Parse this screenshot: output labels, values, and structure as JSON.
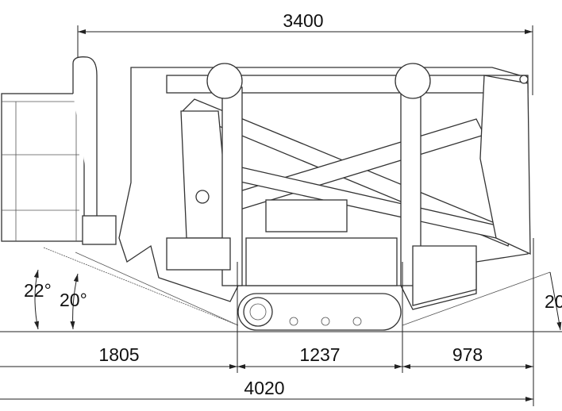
{
  "drawing": {
    "dimensions": {
      "overall_width_top": "3400",
      "front_overhang": "1805",
      "track_length": "1237",
      "rear_overhang": "978",
      "overall_length": "4020"
    },
    "angles": {
      "front_outer": "22°",
      "front_inner": "20°",
      "rear": "20"
    }
  }
}
